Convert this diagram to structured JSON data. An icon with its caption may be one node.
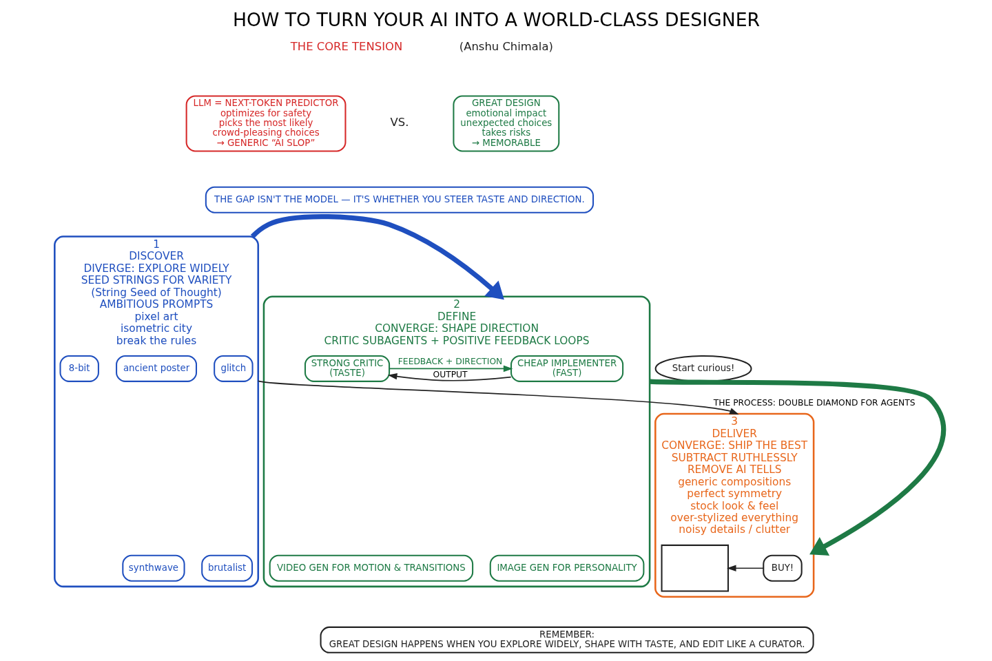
{
  "diagram": {
    "title": "HOW TO TURN YOUR AI INTO A WORLD-CLASS DESIGNER",
    "nodes": [
      {
        "text": [
          "LLM = NEXT-TOKEN PREDICTOR",
          "optimizes for safety",
          "picks the most likely",
          "crowd-pleasing choices",
          "→ GENERIC “AI SLOP”"
        ]
      },
      {
        "text": [
          "GREAT DESIGN",
          "emotional impact",
          "unexpected choices",
          "takes risks",
          "→ MEMORABLE"
        ]
      },
      {
        "text": [
          "THE GAP ISN'T THE MODEL — IT'S WHETHER YOU STEER TASTE AND DIRECTION."
        ]
      },
      {
        "text": [
          "Start curious!"
        ]
      },
      {
        "text": [
          "1",
          "DISCOVER",
          "DIVERGE: EXPLORE WIDELY",
          "SEED STRINGS FOR VARIETY",
          "(String Seed of Thought)",
          "AMBITIOUS PROMPTS",
          "pixel art",
          "isometric city",
          "break the rules"
        ]
      },
      {
        "text": [
          "glitch"
        ],
        "in": 4
      },
      {
        "text": [
          "ancient poster"
        ],
        "in": 4
      },
      {
        "text": [
          "8-bit"
        ],
        "in": 4
      },
      {
        "text": [
          "brutalist"
        ],
        "in": 4
      },
      {
        "text": [
          "synthwave"
        ],
        "in": 4
      },
      {
        "text": [
          "2",
          "DEFINE",
          "CONVERGE: SHAPE DIRECTION",
          "CRITIC SUBAGENTS + POSITIVE FEEDBACK LOOPS"
        ]
      },
      {
        "text": [
          "CHEAP IMPLEMENTER",
          "(FAST)"
        ],
        "in": 10
      },
      {
        "text": [
          "STRONG CRITIC",
          "(TASTE)"
        ],
        "in": 10
      },
      {
        "text": [
          "IMAGE GEN FOR PERSONALITY"
        ],
        "in": 10
      },
      {
        "text": [
          "VIDEO GEN FOR MOTION & TRANSITIONS"
        ],
        "in": 10
      },
      {
        "text": [
          "3",
          "DELIVER",
          "CONVERGE: SHIP THE BEST",
          "SUBTRACT RUTHLESSLY",
          "REMOVE AI TELLS",
          "generic compositions",
          "perfect symmetry",
          "stock look & feel",
          "over-stylized everything",
          "noisy details / clutter"
        ]
      },
      {
        "text": [
          "BUY!"
        ],
        "in": 15
      },
      {
        "text": [],
        "shape": "box",
        "in": 15
      },
      {
        "text": [
          "REMEMBER:",
          "GREAT DESIGN HAPPENS WHEN YOU EXPLORE WIDELY, SHAPE WITH TASTE, AND EDIT LIKE A CURATOR."
        ]
      }
    ],
    "edges": [
      {
        "from": 4,
        "to": 15,
        "arrow": "to",
        "label": "THE PROCESS: DOUBLE DIAMOND FOR AGENTS"
      },
      {
        "from": 4,
        "to": 10,
        "arrow": "to",
        "style": "thick",
        "color": "#1f4fbf"
      },
      {
        "from": 10,
        "to": 15,
        "arrow": "to",
        "style": "thick",
        "color": "#1e7a45"
      },
      {
        "from": 11,
        "to": 12,
        "arrow": "to",
        "label": "OUTPUT"
      },
      {
        "from": 12,
        "to": 11,
        "arrow": "to",
        "label": "FEEDBACK + DIRECTION",
        "color": "#1e7a45"
      },
      {
        "from": 16,
        "to": 17,
        "arrow": "to"
      }
    ],
    "labels": [
      "(Anshu Chimala)",
      "THE CORE TENSION",
      "VS."
    ]
  }
}
